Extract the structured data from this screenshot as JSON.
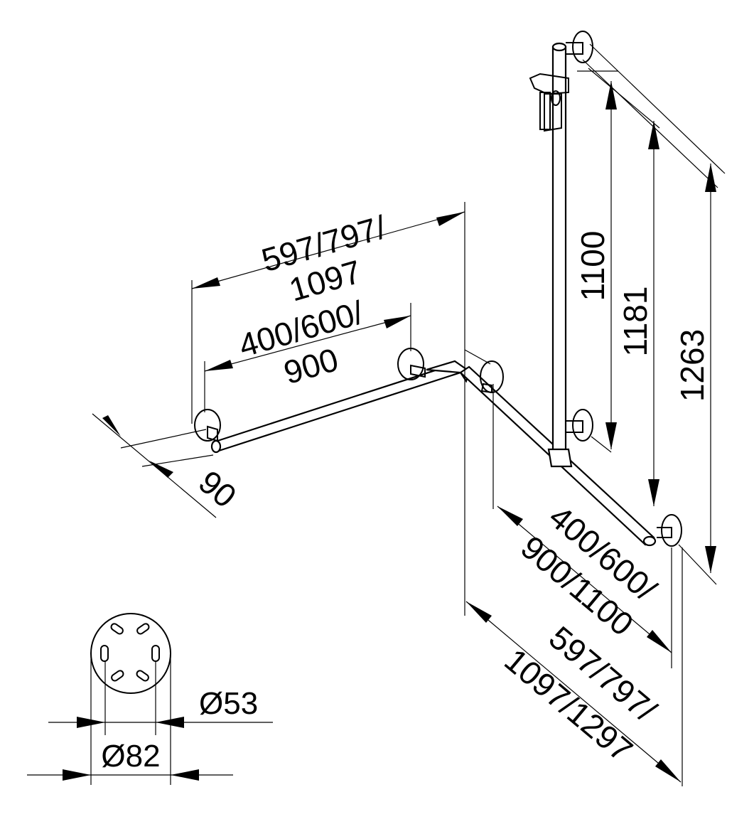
{
  "colors": {
    "line": "#000000",
    "background": "#ffffff"
  },
  "dimensions": {
    "top_span_line1": "597/797/",
    "top_span_line2": "1097",
    "inner_span_line1": "400/600/",
    "inner_span_line2": "900",
    "wall_offset": "90",
    "vertical_1": "1100",
    "vertical_2": "1181",
    "vertical_3": "1263",
    "right_inner_line1": "400/600/",
    "right_inner_line2": "900/1100",
    "right_outer_line1": "597/797/",
    "right_outer_line2": "1097/1297",
    "rosette_inner": "Ø53",
    "rosette_outer": "Ø82"
  }
}
